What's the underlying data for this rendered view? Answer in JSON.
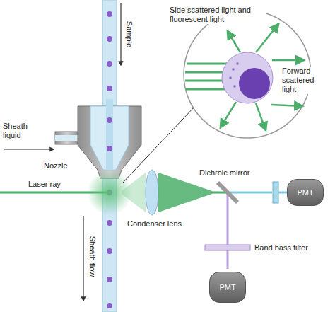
{
  "diagram": {
    "nodes": [
      {
        "text": [
          "PMT"
        ]
      },
      {
        "text": [
          "PMT"
        ]
      }
    ],
    "labels": [
      "Sample",
      "Sheath liquid",
      "Nozzle",
      "Laser ray",
      "Sheath flow",
      "Side scattered light and fluorescent light",
      "Forward scattered light",
      "Condenser lens",
      "Dichroic mirror",
      "Band bass filter"
    ]
  }
}
